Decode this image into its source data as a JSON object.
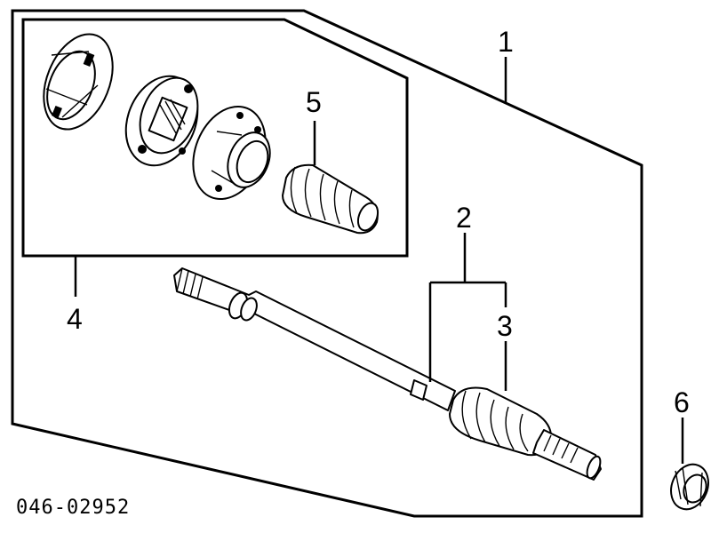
{
  "diagram": {
    "callouts": {
      "c1": "1",
      "c2": "2",
      "c3": "3",
      "c4": "4",
      "c5": "5",
      "c6": "6"
    },
    "diagram_code": "046-02952"
  },
  "colors": {
    "line": "#000000",
    "background": "#ffffff"
  }
}
